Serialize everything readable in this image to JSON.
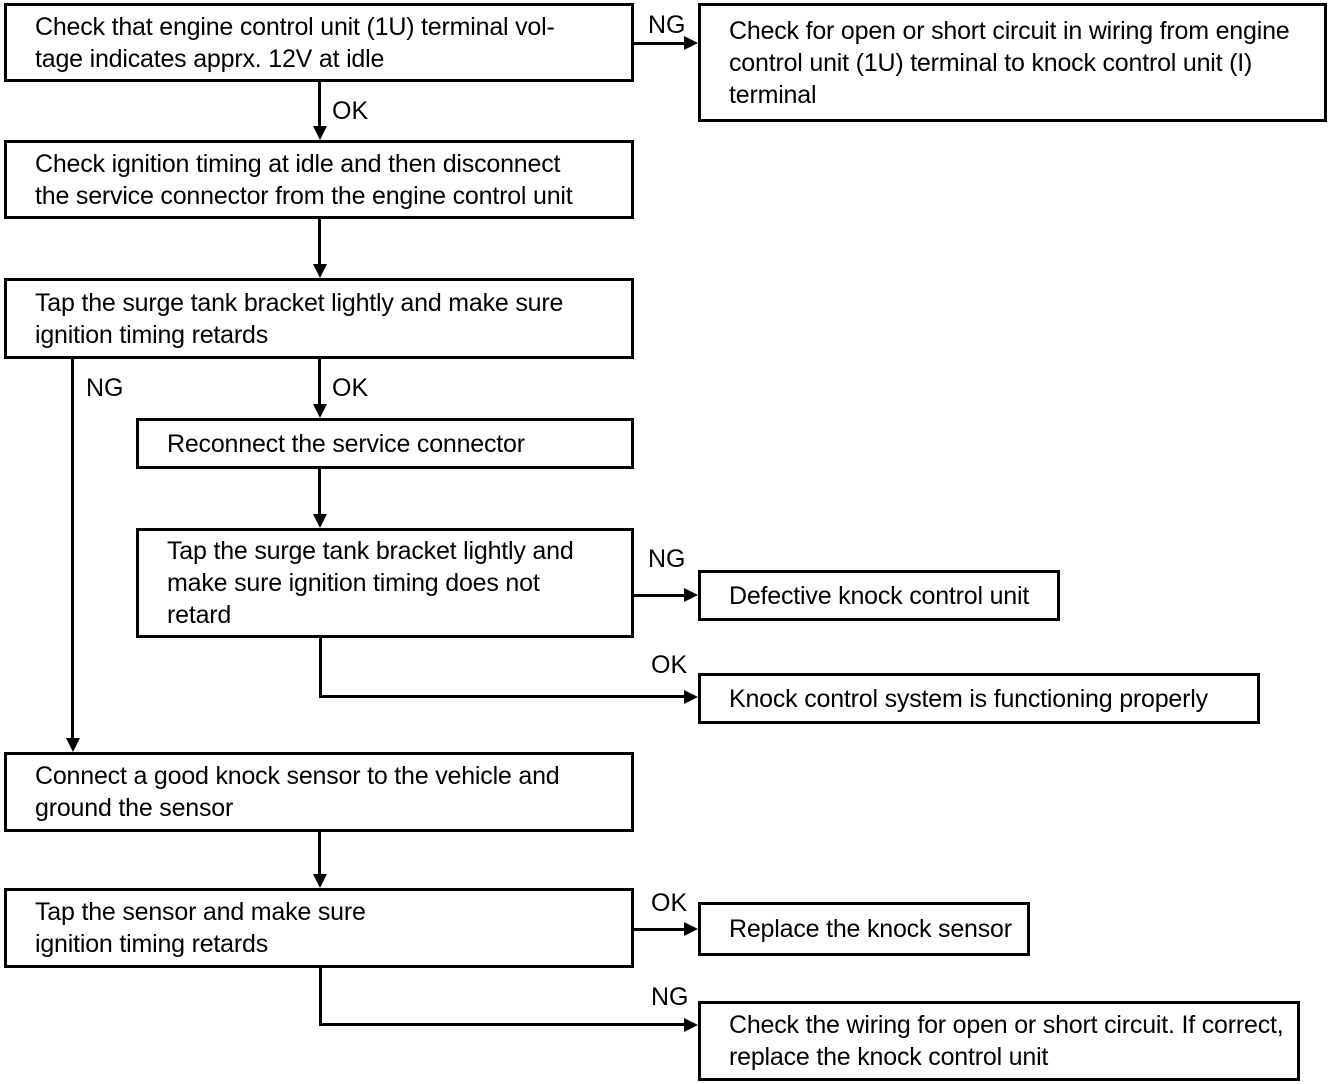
{
  "diagram": {
    "title": "Knock control system troubleshooting flowchart",
    "line_color": "#000000",
    "background_color": "#ffffff",
    "nodes": [
      {
        "id": "n1",
        "text": "Check that engine control unit (1U) terminal vol-\ntage indicates apprx. 12V at idle"
      },
      {
        "id": "n2",
        "text": "Check for open or short circuit in wiring from engine\ncontrol unit (1U) terminal to knock control unit (I)\nterminal"
      },
      {
        "id": "n3",
        "text": "Check ignition timing at idle and then disconnect\nthe service connector from the engine control unit"
      },
      {
        "id": "n4",
        "text": "Tap the surge tank bracket lightly and make sure\nignition timing retards"
      },
      {
        "id": "n5",
        "text": "Reconnect the service connector"
      },
      {
        "id": "n6",
        "text": "Tap the surge tank bracket lightly and\nmake sure ignition timing does not\nretard"
      },
      {
        "id": "n7",
        "text": "Defective knock control unit"
      },
      {
        "id": "n8",
        "text": "Knock control system is functioning properly"
      },
      {
        "id": "n9",
        "text": "Connect a good knock sensor to the vehicle and\nground the sensor"
      },
      {
        "id": "n10",
        "text": "Tap the sensor and make sure\nignition timing retards"
      },
      {
        "id": "n11",
        "text": "Replace the knock sensor"
      },
      {
        "id": "n12",
        "text": "Check the wiring for open or short circuit. If correct,\nreplace the knock control unit"
      }
    ],
    "edge_labels": [
      {
        "id": "e1",
        "text": "NG"
      },
      {
        "id": "e2",
        "text": "OK"
      },
      {
        "id": "e3",
        "text": "NG"
      },
      {
        "id": "e4",
        "text": "OK"
      },
      {
        "id": "e5",
        "text": "NG"
      },
      {
        "id": "e6",
        "text": "OK"
      },
      {
        "id": "e7",
        "text": "OK"
      },
      {
        "id": "e8",
        "text": "NG"
      }
    ]
  }
}
